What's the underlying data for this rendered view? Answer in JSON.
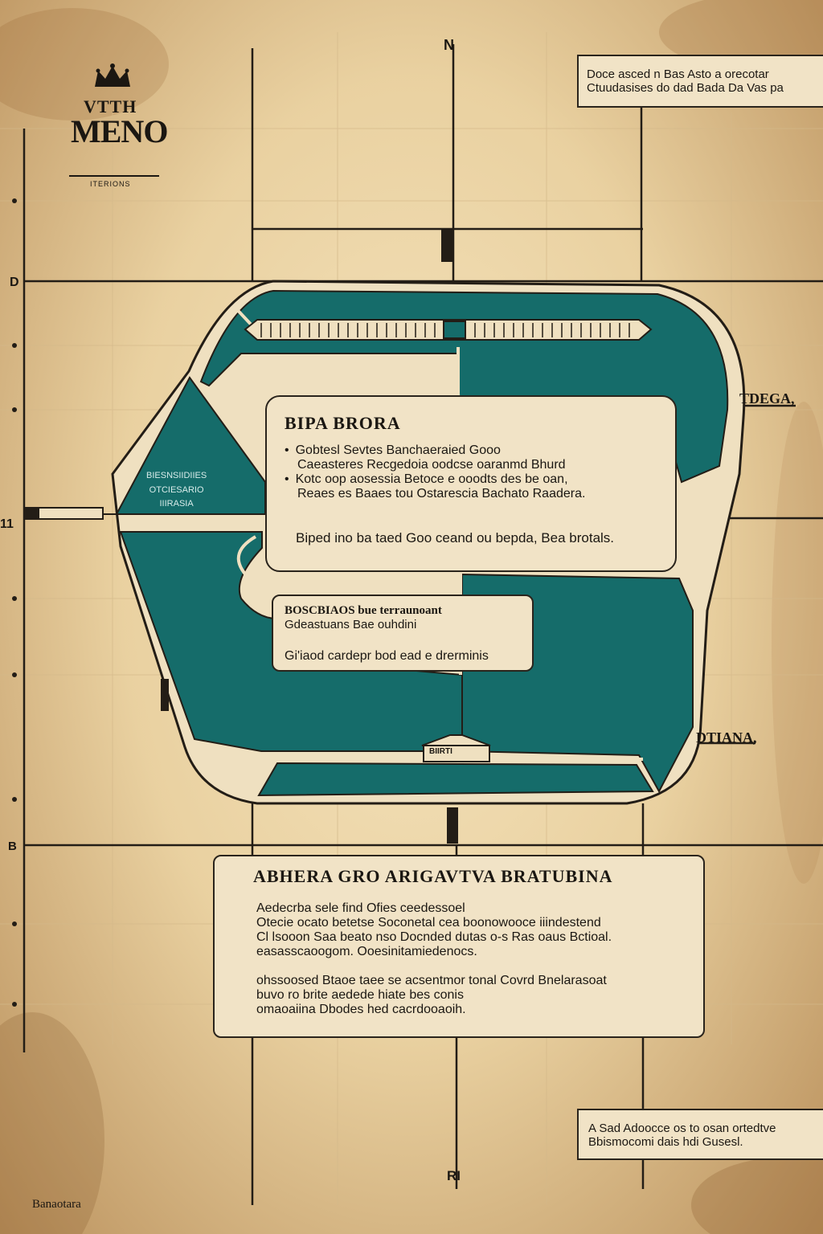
{
  "colors": {
    "teal": "#156c6a",
    "paper": "#e8d2a6",
    "ink": "#1b1712",
    "box": "#f1e3c6"
  },
  "logo": {
    "top_text": "VTTH",
    "main_text": "MENO",
    "sub_text": "ITERIONS"
  },
  "top_right_box": {
    "lines": [
      "Doce asced n Bas Asto a orecotar",
      "Ctuudasises do dad Bada Da Vas pa"
    ]
  },
  "bottom_right_box": {
    "lines": [
      "A Sad Adoocce os to osan ortedtve",
      "Bbismocomi dais hdi Gusesl."
    ]
  },
  "edge_labels": {
    "top": "N",
    "bottom": "RI",
    "left": "11",
    "left_top": "D",
    "left_bottom": "B",
    "right_1": "TDEGA,",
    "right_2": "DTIANA,",
    "corner": "Banaotara"
  },
  "left_zone": {
    "lines": [
      "BIESNSIIDIIES",
      "OTCIESARIO",
      "IIIRASIA"
    ]
  },
  "gate_label": "BIIRTI",
  "center_box": {
    "title": "BIPA BRORA",
    "bullets": [
      [
        "Gobtesl Sevtes Banchaeraied Gooo",
        "Caeasteres Recgedoia oodcse oaranmd Bhurd"
      ],
      [
        "Kotc oop aosessia Betoce e ooodts des be oan,",
        "Reaes es Baaes tou Ostarescia Bachato Raadera."
      ]
    ],
    "footer": "Biped ino ba taed Goo ceand ou bepda, Bea brotals."
  },
  "mid_box": {
    "title": "BOSCBIAOS bue terraunoant",
    "line2": "Gdeastuans Bae ouhdini",
    "footer": "Gi'iaod cardepr bod ead e drerminis"
  },
  "bottom_box": {
    "title": "ABHERA GRO ARIGAVTVA BRATUBINA",
    "para1": [
      "Aedecrba sele find Ofies ceedessoel",
      "Otecie ocato betetse Soconetal cea boonowooce iiindestend",
      "Cl lsooon Saa beato nso Docnded dutas o-s Ras oaus Bctioal.",
      "easasscaoogom. Ooesinitamiedenocs."
    ],
    "para2": [
      "ohssoosed Btaoe taee se acsentmor tonal Covrd Bnelarasoat",
      "buvo ro brite aedede hiate bes conis",
      "omaoaiina Dbodes hed cacrdooaoih."
    ]
  }
}
